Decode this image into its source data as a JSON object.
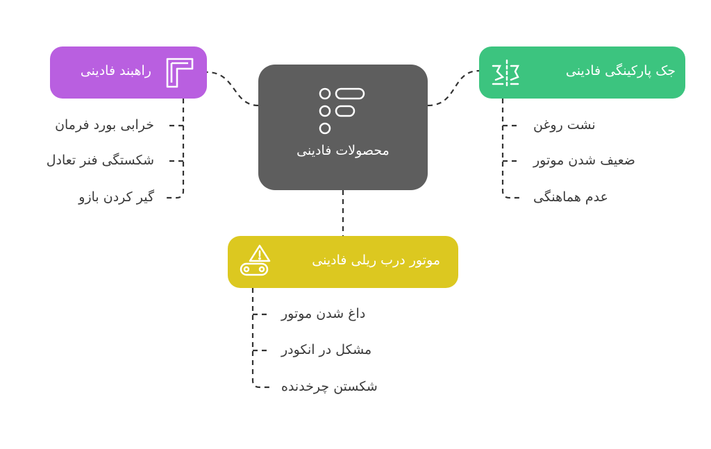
{
  "central": {
    "title": "محصولات فادینی",
    "icon": "list-icon"
  },
  "jack": {
    "title": "جک پارکینگی فادینی",
    "icon": "scissor-lift-icon",
    "color": "#3cc47f",
    "items": [
      "نشت روغن",
      "ضعیف شدن موتور",
      "عدم هماهنگی"
    ]
  },
  "barrier": {
    "title": "راهبند فادینی",
    "icon": "barrier-gate-icon",
    "color": "#b95fe0",
    "items": [
      "خرابی بورد فرمان",
      "شکستگی فنر تعادل",
      "گیر کردن بازو"
    ]
  },
  "rail": {
    "title": "موتور درب ریلی فادینی",
    "icon": "warning-conveyor-icon",
    "color": "#dcc820",
    "items": [
      "داغ شدن موتور",
      "مشکل در انکودر",
      "شکستن چرخدنده"
    ]
  }
}
